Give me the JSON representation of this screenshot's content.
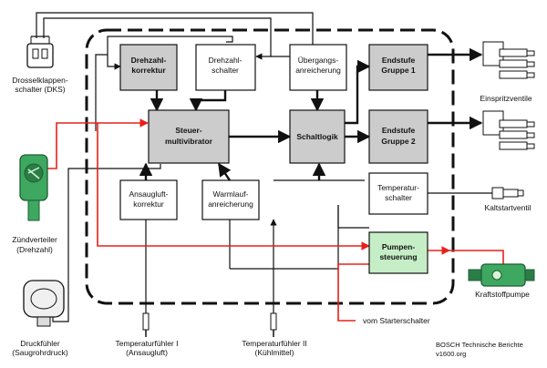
{
  "colors": {
    "gray": "#cccccc",
    "green": "#c6eec6",
    "red": "#e8201a",
    "line": "#111111",
    "component_green": "#3ea860"
  },
  "blocks": {
    "drehzahlkorrektur": [
      "Drehzahl-",
      "korrektur"
    ],
    "drehzahlschalter": [
      "Drehzahl-",
      "schalter"
    ],
    "uebergangsanreicherung": [
      "Übergangs-",
      "anreicherung"
    ],
    "endstufe1": [
      "Endstufe",
      "Gruppe 1"
    ],
    "multivibrator": [
      "Steuer-",
      "multivibrator"
    ],
    "schaltlogik": "Schaltlogik",
    "endstufe2": [
      "Endstufe",
      "Gruppe 2"
    ],
    "ansaugluftkorrektur": [
      "Ansaugluft-",
      "korrektur"
    ],
    "warmlaufanreicherung": [
      "Warmlauf-",
      "anreicherung"
    ],
    "temperaturschalter": [
      "Temperatur-",
      "schalter"
    ],
    "pumpensteuerung": [
      "Pumpen-",
      "steuerung"
    ]
  },
  "labels": {
    "dks": [
      "Drosselklappen-",
      "schalter (DKS)"
    ],
    "zuendverteiler": [
      "Zündverteiler",
      "(Drehzahl)"
    ],
    "druckfuehler": [
      "Druckfühler",
      "(Saugrohrdruck)"
    ],
    "temp1": [
      "Temperaturfühler I",
      "(Ansaugluft)"
    ],
    "temp2": [
      "Temperaturfühler II",
      "(Kühlmittel)"
    ],
    "einspritzventile": "Einspritzventile",
    "kaltstartventil": "Kaltstartventil",
    "kraftstoffpumpe": "Kraftstoffpumpe",
    "starterschalter": "vom Starterschalter"
  },
  "credit": [
    "BOSCH Technische Berichte",
    "v1600.org"
  ],
  "icons": [
    "dks-connector-icon",
    "distributor-icon",
    "pressure-sensor-icon",
    "temperature-sensor-icon",
    "injector-icon",
    "cold-start-valve-icon",
    "fuel-pump-icon"
  ]
}
